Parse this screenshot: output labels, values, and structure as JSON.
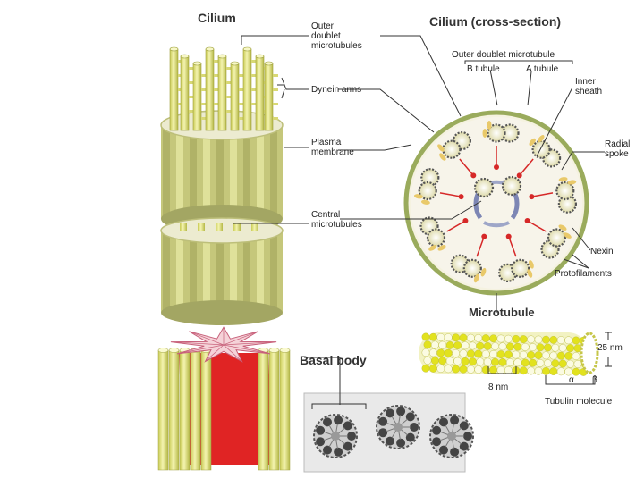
{
  "titles": {
    "cilium": "Cilium",
    "cross_section": "Cilium (cross-section)",
    "microtubule": "Microtubule",
    "basal_body": "Basal body"
  },
  "labels": {
    "outer_doublet": [
      "Outer",
      "doublet",
      "microtubules"
    ],
    "dynein_arms": "Dynein arms",
    "plasma_membrane": [
      "Plasma",
      "membrane"
    ],
    "central_microtubules": [
      "Central",
      "microtubules"
    ],
    "outer_doublet_microtubule": "Outer doublet microtubule",
    "b_tubule": "B tubule",
    "a_tubule": "A tubule",
    "inner_sheath": [
      "Inner",
      "sheath"
    ],
    "radial_spoke": [
      "Radial",
      "spoke"
    ],
    "nexin": "Nexin",
    "protofilaments": "Protofilaments",
    "nm25": "25 nm",
    "nm8": "8 nm",
    "alpha": "α",
    "beta": "β",
    "tubulin_molecule": "Tubulin molecule"
  },
  "colors": {
    "cylinder_yellow": "#e8e8a0",
    "cylinder_olive": "#b6b86e",
    "membrane_green": "#9aab5c",
    "spoke_red": "#d62828",
    "tubule_light": "#f3f2cf",
    "tubulin_yellow": "#e6e62a"
  }
}
